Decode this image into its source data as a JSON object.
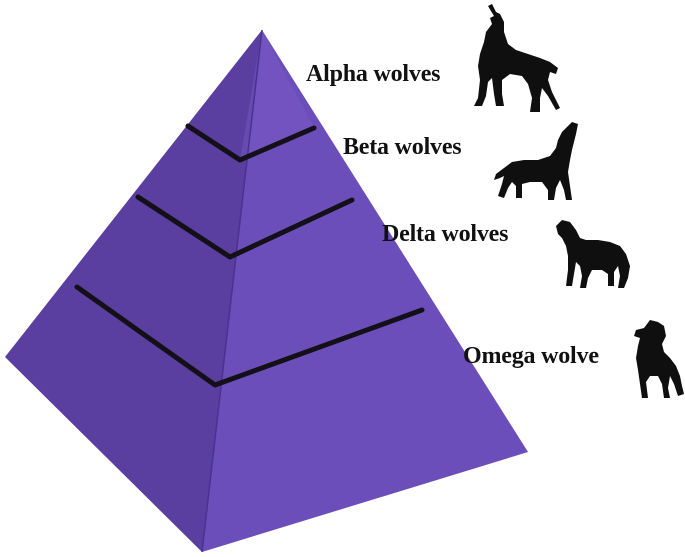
{
  "diagram": {
    "tiers": [
      {
        "label": "Alpha wolves",
        "wolf_icon": "howling-wolf-icon"
      },
      {
        "label": "Beta wolves",
        "wolf_icon": "howling-wolf-icon"
      },
      {
        "label": "Delta wolves",
        "wolf_icon": "howling-wolf-icon"
      },
      {
        "label": "Omega wolve",
        "wolf_icon": "sitting-howling-wolf-icon"
      }
    ],
    "colors": {
      "left_face": "#5a3ea0",
      "right_face": "#6b4cb8",
      "divider": "#141018",
      "wolf": "#0f0f0f"
    }
  }
}
